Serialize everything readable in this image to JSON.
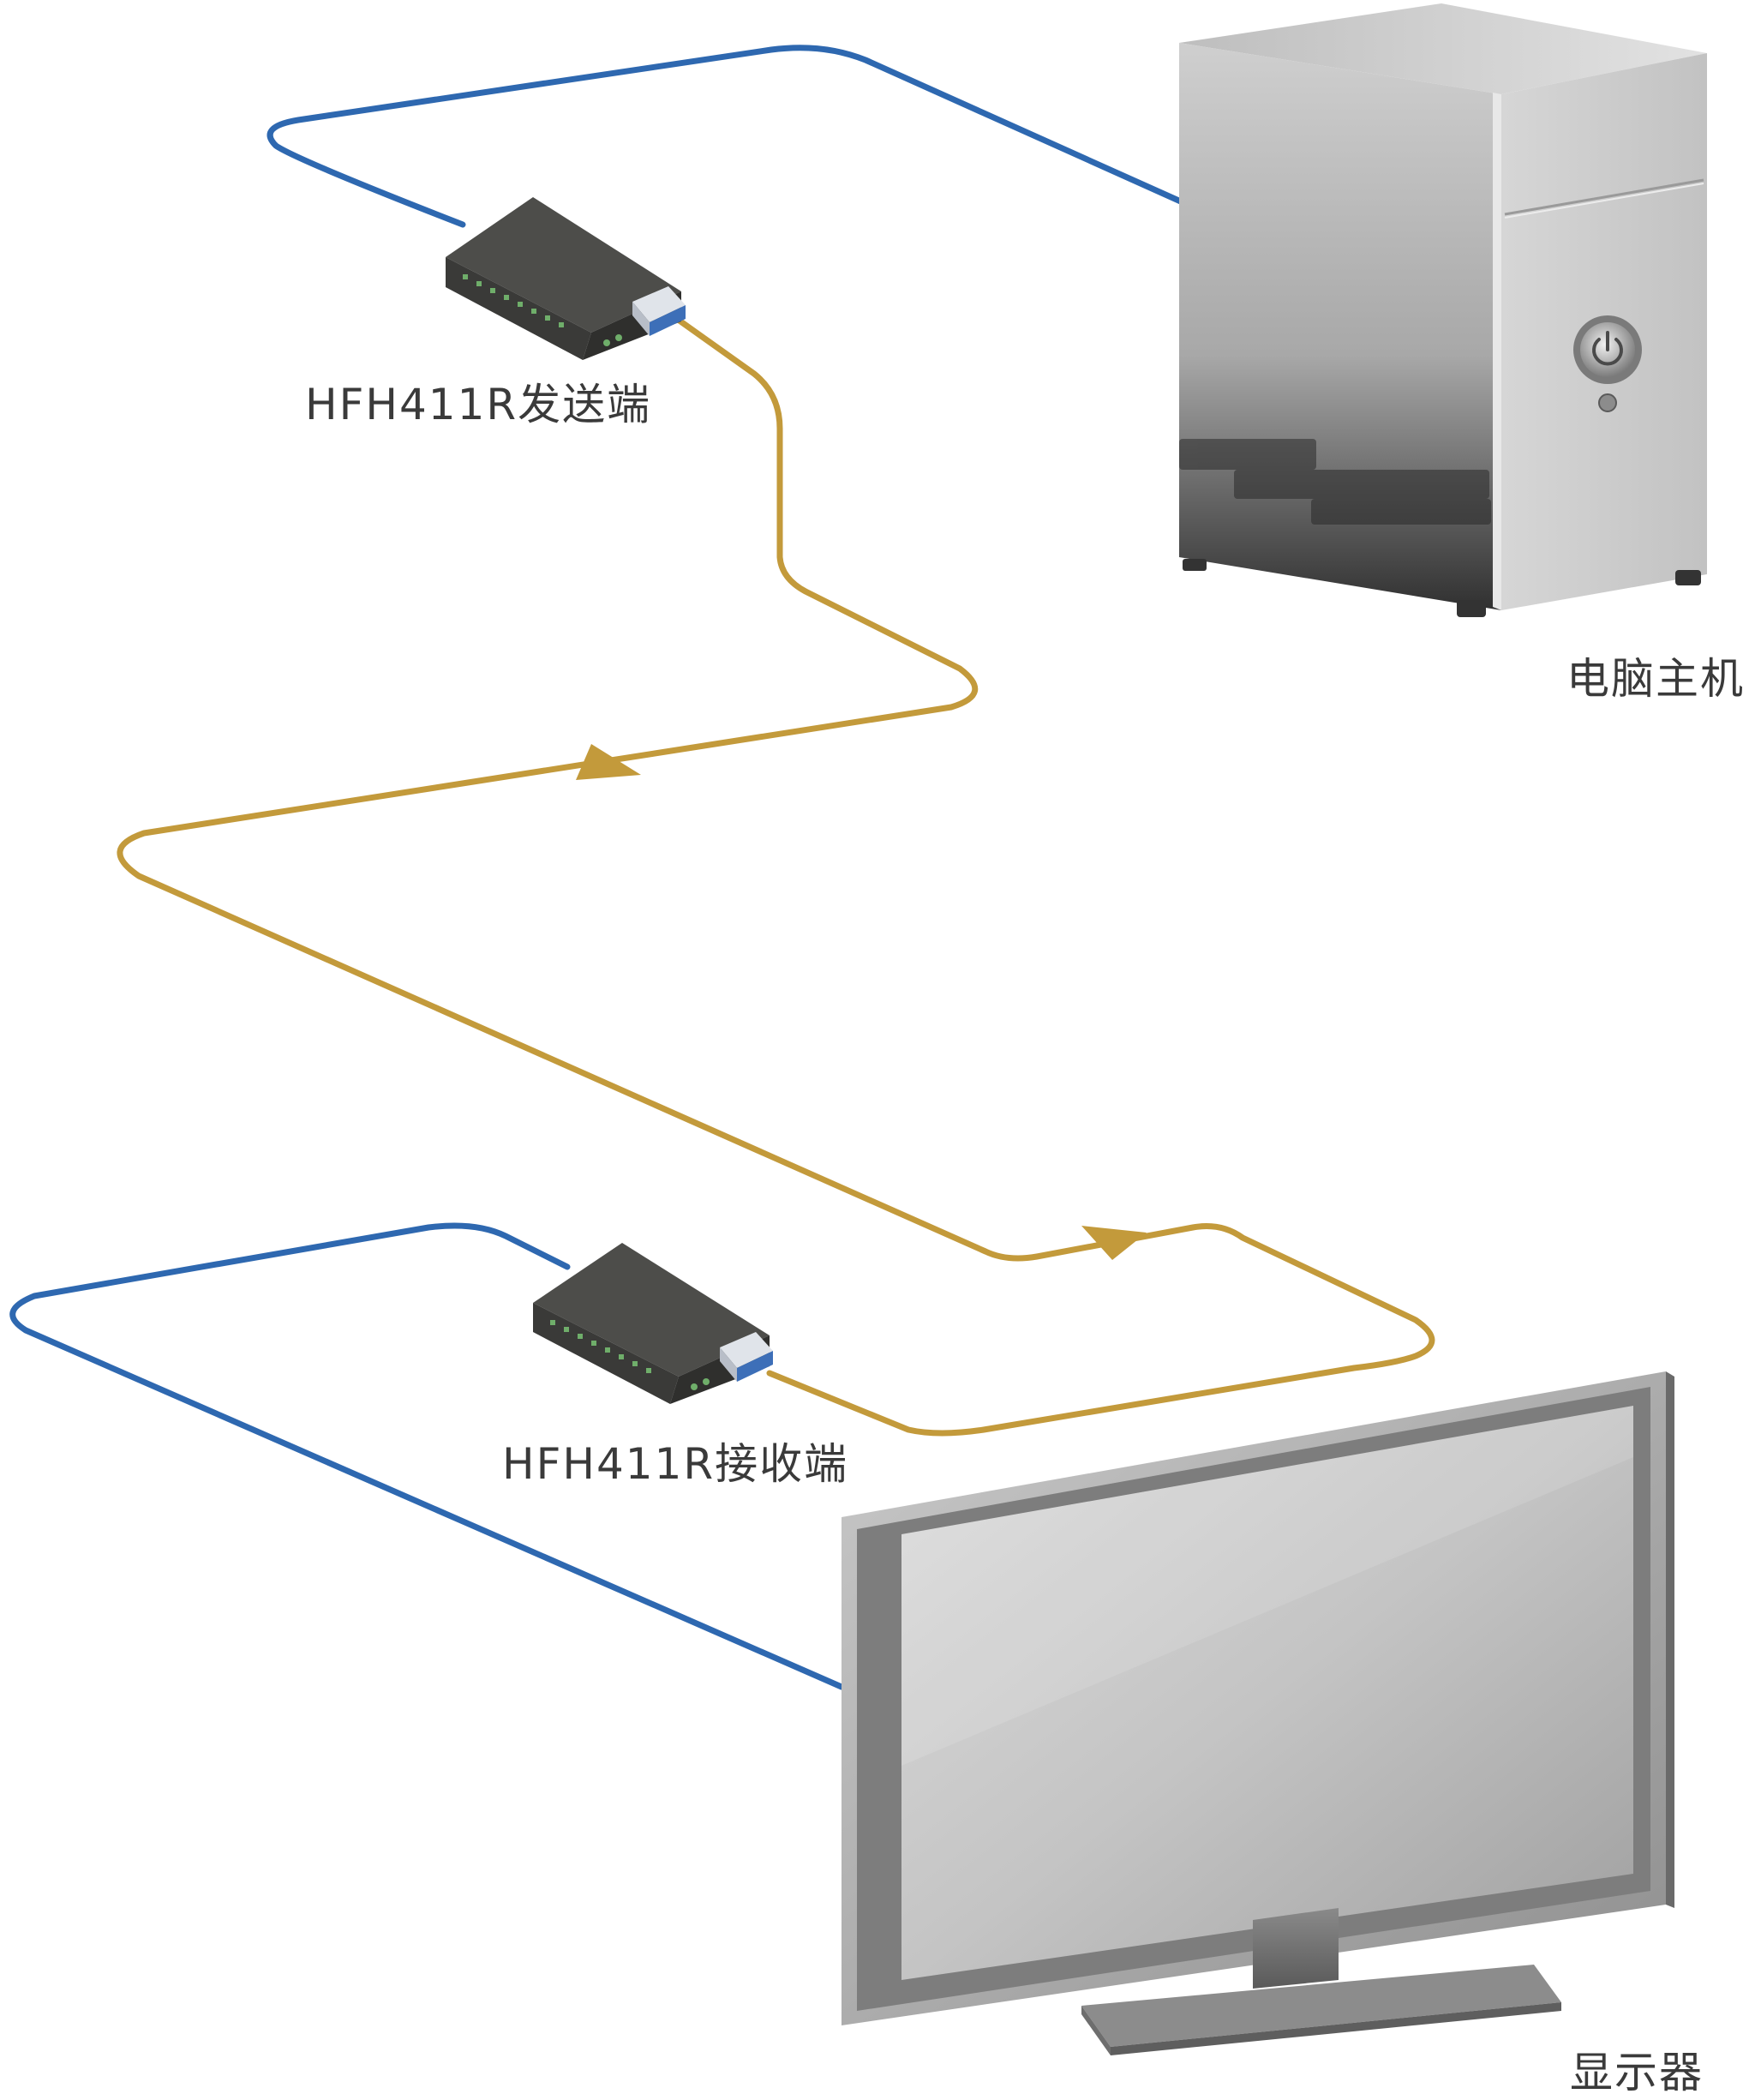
{
  "labels": {
    "transmitter": "HFH411R发送端",
    "computer": "电脑主机",
    "receiver": "HFH411R接收端",
    "monitor": "显示器"
  },
  "colors": {
    "copper_cable": "#2e68b0",
    "fiber_cable": "#c39a3b",
    "converter_body": "#4a4a47",
    "case_body": "#b4b4b4",
    "background": "#ffffff"
  },
  "icons": {
    "computer": "pc-tower-icon",
    "monitor": "monitor-icon",
    "converter": "media-converter-icon",
    "power": "power-button-icon",
    "direction": "arrow-icon"
  }
}
